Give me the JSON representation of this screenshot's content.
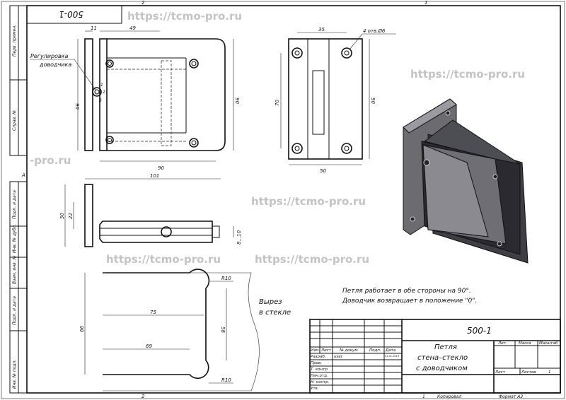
{
  "watermark": "https://tcmo-pro.ru",
  "watermark_short": "-pro.ru",
  "doc_code": "500-1",
  "zone_labels": {
    "top_left": "2",
    "top_right": "1",
    "left": "А",
    "bottom_left": "2",
    "bottom_right": "1"
  },
  "side_strip": [
    "Перв. примен.",
    "Справ. №",
    "Подп. и дата",
    "Инв. № дубл.",
    "Взам. инв. №",
    "Подп. и дата",
    "Инв. № подл."
  ],
  "callout": {
    "line1": "Регулировка",
    "line2": "доводчика",
    "marks": [
      "1",
      "2",
      "3"
    ]
  },
  "dimensions": {
    "front": {
      "d11": "11",
      "d49": "49",
      "d90h": "90",
      "d90v_left": "90",
      "d90v_right": "90"
    },
    "back": {
      "d35": "35",
      "holes": "4 отв.Ø6",
      "d70": "70",
      "d90": "90",
      "d50": "50"
    },
    "side": {
      "d101": "101",
      "d50": "50",
      "d22": "22",
      "d8_10": "8...10"
    },
    "cutout": {
      "r10_top": "R10",
      "r10_bottom": "R10",
      "d75": "75",
      "d69": "69",
      "d66": "66",
      "d58": "58"
    }
  },
  "cutout_label": {
    "line1": "Вырез",
    "line2": "в стекле"
  },
  "notes": [
    "Петля работает в обе стороны на 90°.",
    "Доводчик возвращает в положение \"0\"."
  ],
  "title_block": {
    "designation": "500-1",
    "name": [
      "Петля",
      "стена–стекло",
      "с доводчиком"
    ],
    "headers": [
      "Изм.",
      "Лист",
      "№ докум.",
      "Подп.",
      "Дата"
    ],
    "roles": [
      "Разраб.",
      "Пров.",
      "Т. контр.",
      "Нач.отд.",
      "Н. контр.",
      "Утв."
    ],
    "developer": "user",
    "date": "01.01.2019",
    "lit": "Лит.",
    "mass": "Масса",
    "scale": "Масштаб",
    "sheet": "Лист",
    "sheets": "Листов",
    "sheets_count": "1",
    "copied": "Копировал",
    "format": "Формат А3",
    "copy_num": "1"
  }
}
